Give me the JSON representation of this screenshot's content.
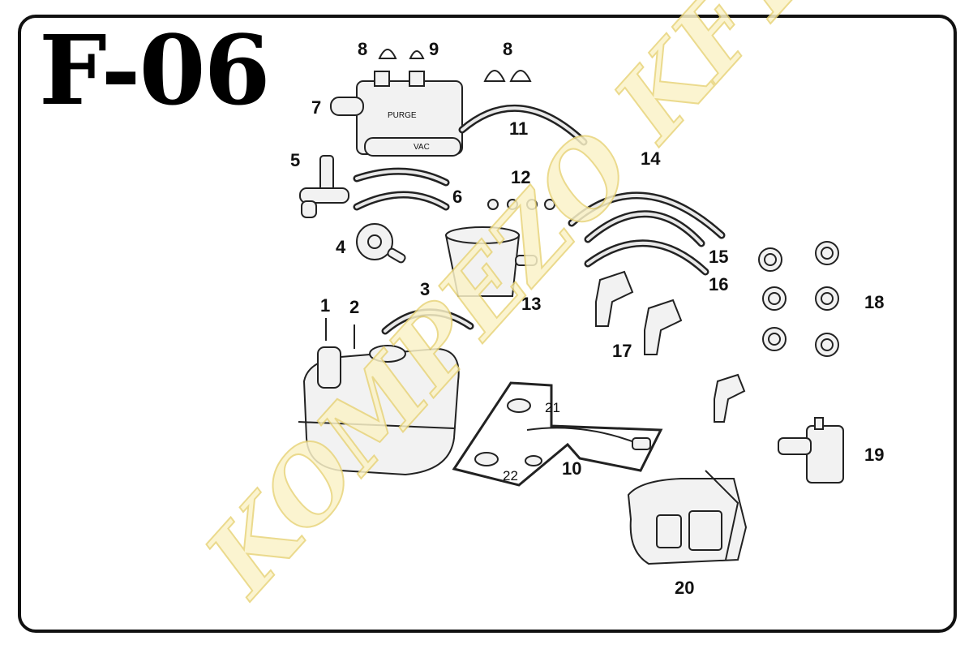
{
  "title": "F-06",
  "watermark": "KOMPEZO KFT.",
  "parts": {
    "p1": "1",
    "p2": "2",
    "p3": "3",
    "p4": "4",
    "p5": "5",
    "p6": "6",
    "p7": "7",
    "p8a": "8",
    "p8b": "8",
    "p9": "9",
    "p10": "10",
    "p11": "11",
    "p12": "12",
    "p13": "13",
    "p14": "14",
    "p15": "15",
    "p16": "16",
    "p17": "17",
    "p18": "18",
    "p19": "19",
    "p20": "20",
    "p21": "21",
    "p22": "22"
  },
  "canister_text": {
    "purge": "PURGE",
    "vac": "VAC"
  }
}
